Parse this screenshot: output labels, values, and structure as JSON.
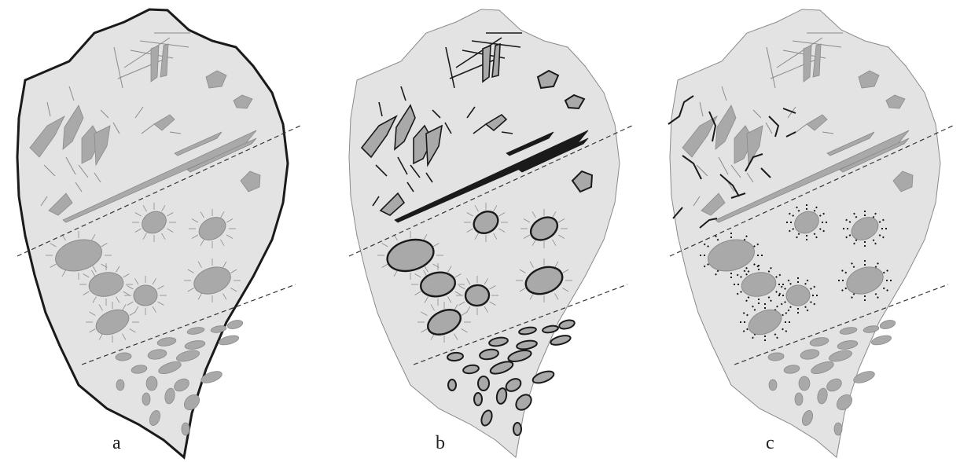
{
  "panels": [
    {
      "label": "a"
    },
    {
      "label": "b"
    },
    {
      "label": "c"
    }
  ],
  "colors": {
    "fragment_fill": "#e3e3e3",
    "grain_fill": "#a9a9a9",
    "thin_line": "#8a8a8a",
    "dark_line": "#1a1a1a",
    "dashed_boundary": "#333333"
  }
}
